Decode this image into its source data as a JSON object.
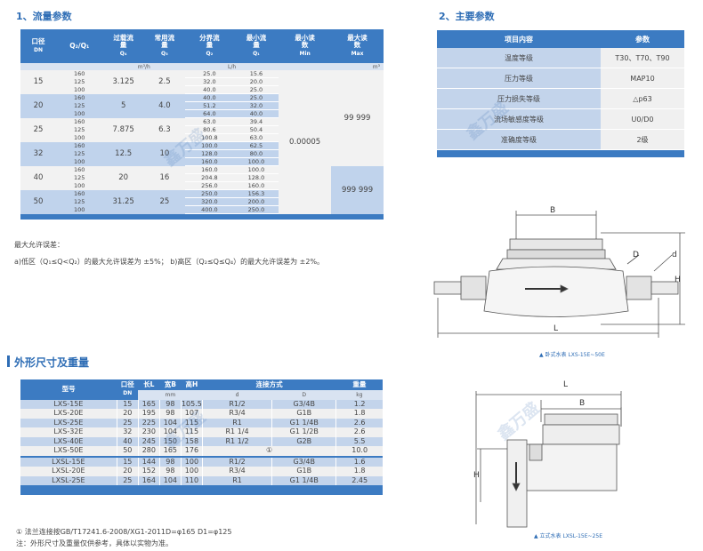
{
  "flow": {
    "title": "1、流量参数",
    "headers": {
      "dn": "口径",
      "dn_sub": "DN",
      "ratio": "Q₂/Q₁",
      "overload": "过载流量",
      "overload_sym": "Q₄",
      "common": "常用流量",
      "common_sym": "Q₃",
      "transition": "分界流量",
      "transition_sym": "Q₂",
      "min_flow": "最小流量",
      "min_flow_sym": "Q₁",
      "min_reading": "最小读数",
      "min_reading_sub": "Min",
      "max_reading": "最大读数",
      "max_reading_sub": "Max"
    },
    "units": {
      "m3h": "m³/h",
      "lh": "L/h",
      "m3": "m³"
    },
    "min_reading_value": "0.00005",
    "max_reading_1": "99 999",
    "max_reading_2": "999 999",
    "rows": [
      {
        "dn": "15",
        "q4": "3.125",
        "q3": "2.5",
        "sub": [
          [
            "160",
            "25.0",
            "15.6"
          ],
          [
            "125",
            "32.0",
            "20.0"
          ],
          [
            "100",
            "40.0",
            "25.0"
          ]
        ]
      },
      {
        "dn": "20",
        "q4": "5",
        "q3": "4.0",
        "sub": [
          [
            "160",
            "40.0",
            "25.0"
          ],
          [
            "125",
            "51.2",
            "32.0"
          ],
          [
            "100",
            "64.0",
            "40.0"
          ]
        ]
      },
      {
        "dn": "25",
        "q4": "7.875",
        "q3": "6.3",
        "sub": [
          [
            "160",
            "63.0",
            "39.4"
          ],
          [
            "125",
            "80.6",
            "50.4"
          ],
          [
            "100",
            "100.8",
            "63.0"
          ]
        ]
      },
      {
        "dn": "32",
        "q4": "12.5",
        "q3": "10",
        "sub": [
          [
            "160",
            "100.0",
            "62.5"
          ],
          [
            "125",
            "128.0",
            "80.0"
          ],
          [
            "100",
            "160.0",
            "100.0"
          ]
        ]
      },
      {
        "dn": "40",
        "q4": "20",
        "q3": "16",
        "sub": [
          [
            "160",
            "160.0",
            "100.0"
          ],
          [
            "125",
            "204.8",
            "128.0"
          ],
          [
            "100",
            "256.0",
            "160.0"
          ]
        ]
      },
      {
        "dn": "50",
        "q4": "31.25",
        "q3": "25",
        "sub": [
          [
            "160",
            "250.0",
            "156.3"
          ],
          [
            "125",
            "320.0",
            "200.0"
          ],
          [
            "100",
            "400.0",
            "250.0"
          ]
        ]
      }
    ],
    "note_title": "最大允许误差：",
    "note_line": "a)低区（Q₁≤Q<Q₂）的最大允许误差为 ±5%；   b)高区（Q₂≤Q≤Q₄）的最大允许误差为 ±2%。"
  },
  "params": {
    "title": "2、主要参数",
    "col1": "项目内容",
    "col2": "参数",
    "rows": [
      [
        "温度等级",
        "T30、T70、T90"
      ],
      [
        "压力等级",
        "MAP10"
      ],
      [
        "压力损失等级",
        "△p63"
      ],
      [
        "流场敏感度等级",
        "U0/D0"
      ],
      [
        "准确度等级",
        "2级"
      ]
    ]
  },
  "dims": {
    "title": "外形尺寸及重量",
    "headers": {
      "model": "型号",
      "dn": "口径",
      "dn_sub": "DN",
      "l": "长L",
      "b": "宽B",
      "h": "高H",
      "conn": "连接方式",
      "d_small": "d",
      "d_big": "D",
      "weight": "重量",
      "mm": "mm",
      "kg": "kg"
    },
    "rows": [
      [
        "LXS-15E",
        "15",
        "165",
        "98",
        "105.5",
        "R1/2",
        "G3/4B",
        "1.2"
      ],
      [
        "LXS-20E",
        "20",
        "195",
        "98",
        "107",
        "R3/4",
        "G1B",
        "1.8"
      ],
      [
        "LXS-25E",
        "25",
        "225",
        "104",
        "115",
        "R1",
        "G1 1/4B",
        "2.6"
      ],
      [
        "LXS-32E",
        "32",
        "230",
        "104",
        "115",
        "R1 1/4",
        "G1 1/2B",
        "2.6"
      ],
      [
        "LXS-40E",
        "40",
        "245",
        "150",
        "158",
        "R1 1/2",
        "G2B",
        "5.5"
      ],
      [
        "LXS-50E",
        "50",
        "280",
        "165",
        "176",
        "①",
        "",
        "10.0"
      ],
      [
        "LXSL-15E",
        "15",
        "144",
        "98",
        "100",
        "R1/2",
        "G3/4B",
        "1.6"
      ],
      [
        "LXSL-20E",
        "20",
        "152",
        "98",
        "100",
        "R3/4",
        "G1B",
        "1.8"
      ],
      [
        "LXSL-25E",
        "25",
        "164",
        "104",
        "110",
        "R1",
        "G1 1/4B",
        "2.45"
      ]
    ],
    "note1": "① 法兰连接按GB/T17241.6-2008/XG1-2011D=φ165 D1=φ125",
    "note2": "注：外形尺寸及重量仅供参考，具体以实物为准。"
  },
  "diagrams": {
    "horizontal": {
      "label_b": "B",
      "label_d_big": "D",
      "label_d_small": "d",
      "label_h": "H",
      "label_l": "L",
      "caption": "卧式水表 LXS-15E~50E"
    },
    "vertical": {
      "label_l": "L",
      "label_b": "B",
      "label_h": "H",
      "caption": "立式水表 LXSL-15E~25E"
    }
  },
  "watermark": "鑫万盛"
}
